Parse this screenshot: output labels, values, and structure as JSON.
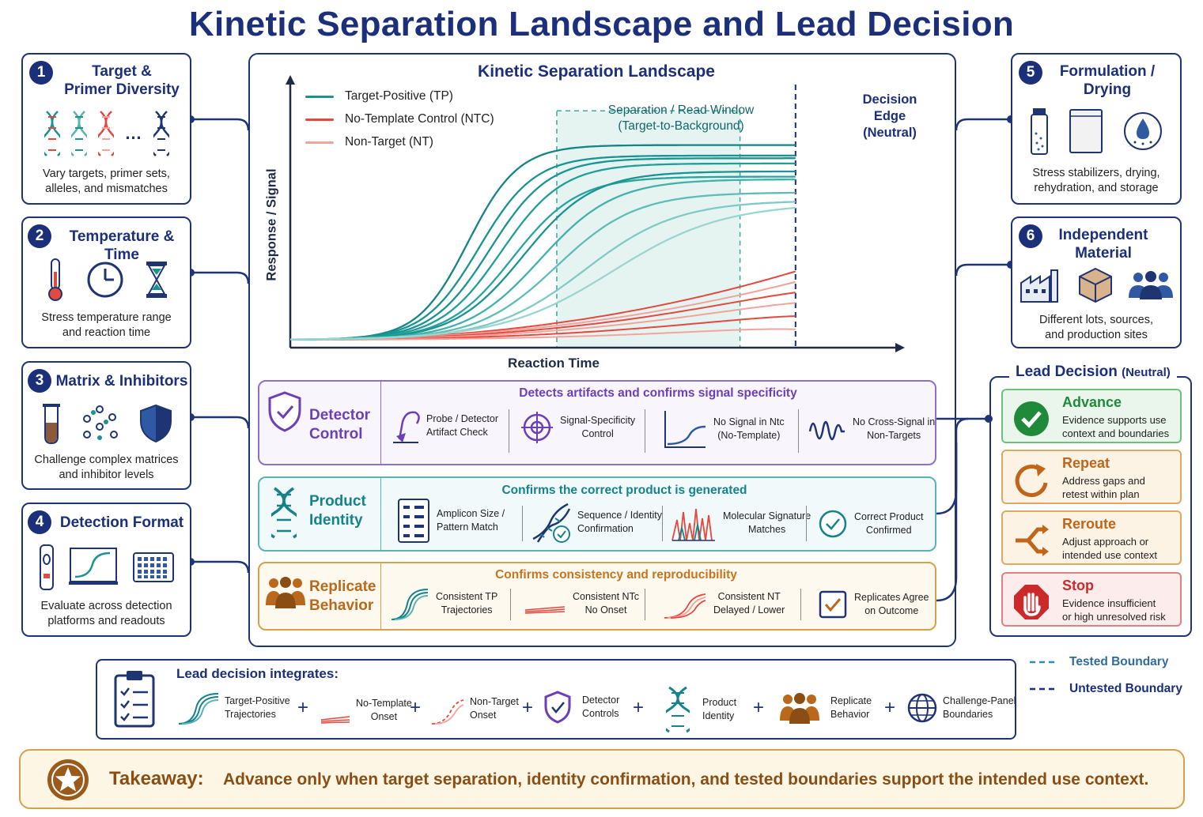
{
  "title": "Kinetic Separation Landscape and Lead Decision",
  "left_cards": [
    {
      "num": "1",
      "title": "Target &\nPrimer Diversity",
      "desc": "Vary targets, primer sets,\nalleles, and mismatches",
      "icons": [
        "dna-icon",
        "dna-icon",
        "dna-icon",
        "ellipsis-icon",
        "dna-icon"
      ]
    },
    {
      "num": "2",
      "title": "Temperature & Time",
      "desc": "Stress temperature range\nand reaction time",
      "icons": [
        "thermometer-icon",
        "clock-icon",
        "hourglass-icon"
      ]
    },
    {
      "num": "3",
      "title": "Matrix & Inhibitors",
      "desc": "Challenge complex matrices\nand inhibitor levels",
      "icons": [
        "test-tube-icon",
        "molecules-icon",
        "shield-icon"
      ]
    },
    {
      "num": "4",
      "title": "Detection Format",
      "desc": "Evaluate across detection\nplatforms and readouts",
      "icons": [
        "cartridge-icon",
        "monitor-curve-icon",
        "plate-icon"
      ]
    }
  ],
  "right_cards": [
    {
      "num": "5",
      "title": "Formulation /\nDrying",
      "desc": "Stress stabilizers, drying,\nrehydration, and storage",
      "icons": [
        "vial-icon",
        "pouch-icon",
        "droplet-icon"
      ]
    },
    {
      "num": "6",
      "title": "Independent\nMaterial",
      "desc": "Different lots, sources,\nand production sites",
      "icons": [
        "factory-icon",
        "box-icon",
        "people-icon"
      ]
    }
  ],
  "chart": {
    "title": "Kinetic Separation Landscape",
    "ylabel": "Response / Signal",
    "xlabel": "Reaction Time",
    "window_label": "Separation / Read Window\n(Target-to-Background)",
    "edge_label": "Decision\nEdge\n(Neutral)"
  },
  "chart_data": {
    "type": "line",
    "title": "Kinetic Separation Landscape",
    "xlabel": "Reaction Time",
    "ylabel": "Response / Signal",
    "legend": [
      {
        "name": "Target-Positive (TP)",
        "color": "#1a9393"
      },
      {
        "name": "No-Template Control (NTC)",
        "color": "#e2493f"
      },
      {
        "name": "Non-Target (NT)",
        "color": "#f3a39c"
      }
    ],
    "xlim": [
      0,
      100
    ],
    "ylim": [
      0,
      100
    ],
    "read_window": [
      48,
      81
    ],
    "decision_edge": 91,
    "tp_curves": [
      {
        "mid": 32,
        "k": 0.22,
        "top": 77
      },
      {
        "mid": 34,
        "k": 0.2,
        "top": 73
      },
      {
        "mid": 36,
        "k": 0.19,
        "top": 72
      },
      {
        "mid": 38,
        "k": 0.18,
        "top": 70
      },
      {
        "mid": 40,
        "k": 0.17,
        "top": 65
      },
      {
        "mid": 42,
        "k": 0.16,
        "top": 67
      },
      {
        "mid": 45,
        "k": 0.15,
        "top": 64
      },
      {
        "mid": 48,
        "k": 0.14,
        "top": 59
      },
      {
        "mid": 53,
        "k": 0.12,
        "top": 56
      },
      {
        "mid": 58,
        "k": 0.1,
        "top": 55
      }
    ],
    "ntc_curves": [
      {
        "end": 29,
        "late": 0
      },
      {
        "end": 25,
        "late": 0
      },
      {
        "end": 21,
        "late": 1
      },
      {
        "end": 17,
        "late": 1
      },
      {
        "end": 12,
        "late": 1
      },
      {
        "end": 7,
        "late": 1
      }
    ]
  },
  "bands": {
    "detector": {
      "title": "Detector\nControl",
      "subtitle": "Detects artifacts and confirms signal specificity",
      "items": [
        "Probe / Detector\nArtifact Check",
        "Signal-Specificity\nControl",
        "No Signal in Ntc\n(No-Template)",
        "No Cross-Signal in\nNon-Targets"
      ],
      "color": "#6a3fb8"
    },
    "product": {
      "title": "Product\nIdentity",
      "subtitle": "Confirms the correct product is generated",
      "items": [
        "Amplicon Size /\nPattern Match",
        "Sequence / Identity\nConfirmation",
        "Molecular Signature\nMatches",
        "Correct Product\nConfirmed"
      ],
      "color": "#14838c"
    },
    "replicate": {
      "title": "Replicate\nBehavior",
      "subtitle": "Confirms consistency and reproducibility",
      "items": [
        "Consistent TP\nTrajectories",
        "Consistent NTc\nNo Onset",
        "Consistent NT\nDelayed / Lower",
        "Replicates Agree\non Outcome"
      ],
      "color": "#c8741c"
    }
  },
  "lead_decision": {
    "title": "Lead Decision",
    "qualifier": "(Neutral)",
    "options": [
      {
        "title": "Advance",
        "desc": "Evidence supports use\ncontext and boundaries",
        "color": "#1f8a3a"
      },
      {
        "title": "Repeat",
        "desc": "Address gaps and\nretest within plan",
        "color": "#c0651a"
      },
      {
        "title": "Reroute",
        "desc": "Adjust approach or\nintended use context",
        "color": "#c0651a"
      },
      {
        "title": "Stop",
        "desc": "Evidence insufficient\nor high unresolved risk",
        "color": "#cc2a2a"
      }
    ]
  },
  "boundary_legend": {
    "tested": "Tested Boundary",
    "untested": "Untested Boundary"
  },
  "integrates": {
    "title": "Lead decision integrates:",
    "items": [
      "Target-Positive\nTrajectories",
      "No-Template\nOnset",
      "Non-Target\nOnset",
      "Detector\nControls",
      "Product\nIdentity",
      "Replicate\nBehavior",
      "Challenge-Panel\nBoundaries"
    ],
    "plus": "+"
  },
  "takeaway": {
    "label": "Takeaway:",
    "text": "Advance only when target separation, identity confirmation, and tested boundaries support the intended use context."
  },
  "colors": {
    "navy": "#1b2f7a",
    "teal": "#1a9393",
    "red": "#e2493f",
    "gold": "#c8741c"
  }
}
